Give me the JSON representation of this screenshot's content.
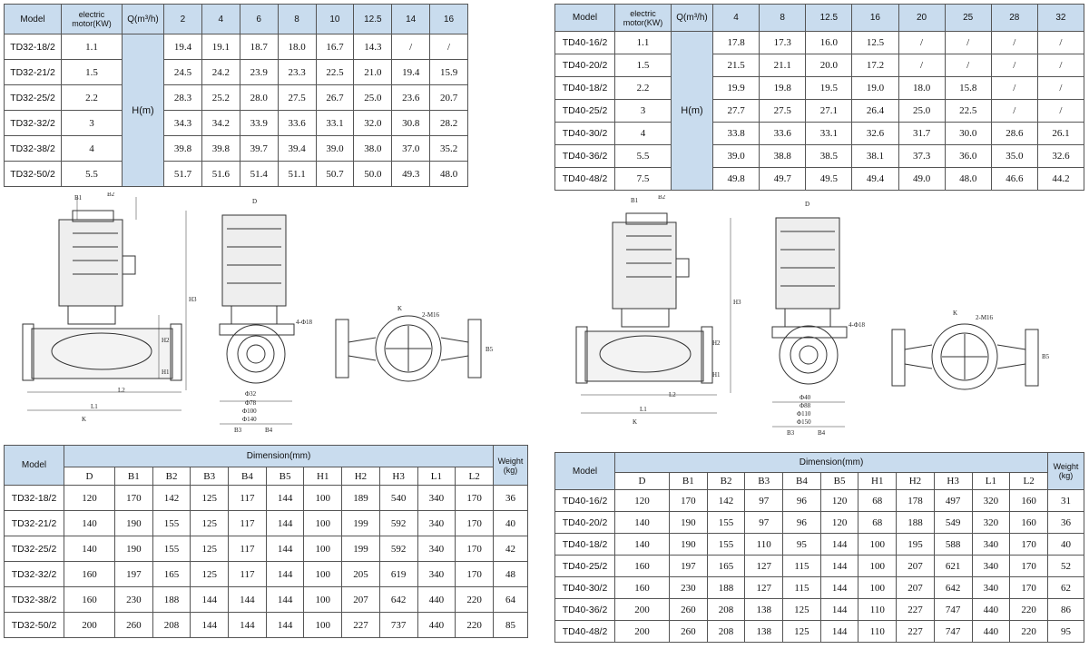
{
  "headers": {
    "model": "Model",
    "motor": "electric motor(KW)",
    "q": "Q(m³/h)",
    "h": "H(m)",
    "dimension": "Dimension(mm)",
    "weight": "Weight (kg)"
  },
  "perf_left": {
    "flows": [
      "2",
      "4",
      "6",
      "8",
      "10",
      "12.5",
      "14",
      "16"
    ],
    "rows": [
      {
        "model": "TD32-18/2",
        "kw": "1.1",
        "h": [
          "19.4",
          "19.1",
          "18.7",
          "18.0",
          "16.7",
          "14.3",
          "/",
          "/"
        ]
      },
      {
        "model": "TD32-21/2",
        "kw": "1.5",
        "h": [
          "24.5",
          "24.2",
          "23.9",
          "23.3",
          "22.5",
          "21.0",
          "19.4",
          "15.9"
        ]
      },
      {
        "model": "TD32-25/2",
        "kw": "2.2",
        "h": [
          "28.3",
          "25.2",
          "28.0",
          "27.5",
          "26.7",
          "25.0",
          "23.6",
          "20.7"
        ]
      },
      {
        "model": "TD32-32/2",
        "kw": "3",
        "h": [
          "34.3",
          "34.2",
          "33.9",
          "33.6",
          "33.1",
          "32.0",
          "30.8",
          "28.2"
        ]
      },
      {
        "model": "TD32-38/2",
        "kw": "4",
        "h": [
          "39.8",
          "39.8",
          "39.7",
          "39.4",
          "39.0",
          "38.0",
          "37.0",
          "35.2"
        ]
      },
      {
        "model": "TD32-50/2",
        "kw": "5.5",
        "h": [
          "51.7",
          "51.6",
          "51.4",
          "51.1",
          "50.7",
          "50.0",
          "49.3",
          "48.0"
        ]
      }
    ]
  },
  "perf_right": {
    "flows": [
      "4",
      "8",
      "12.5",
      "16",
      "20",
      "25",
      "28",
      "32"
    ],
    "rows": [
      {
        "model": "TD40-16/2",
        "kw": "1.1",
        "h": [
          "17.8",
          "17.3",
          "16.0",
          "12.5",
          "/",
          "/",
          "/",
          "/"
        ]
      },
      {
        "model": "TD40-20/2",
        "kw": "1.5",
        "h": [
          "21.5",
          "21.1",
          "20.0",
          "17.2",
          "/",
          "/",
          "/",
          "/"
        ]
      },
      {
        "model": "TD40-18/2",
        "kw": "2.2",
        "h": [
          "19.9",
          "19.8",
          "19.5",
          "19.0",
          "18.0",
          "15.8",
          "/",
          "/"
        ]
      },
      {
        "model": "TD40-25/2",
        "kw": "3",
        "h": [
          "27.7",
          "27.5",
          "27.1",
          "26.4",
          "25.0",
          "22.5",
          "/",
          "/"
        ]
      },
      {
        "model": "TD40-30/2",
        "kw": "4",
        "h": [
          "33.8",
          "33.6",
          "33.1",
          "32.6",
          "31.7",
          "30.0",
          "28.6",
          "26.1"
        ]
      },
      {
        "model": "TD40-36/2",
        "kw": "5.5",
        "h": [
          "39.0",
          "38.8",
          "38.5",
          "38.1",
          "37.3",
          "36.0",
          "35.0",
          "32.6"
        ]
      },
      {
        "model": "TD40-48/2",
        "kw": "7.5",
        "h": [
          "49.8",
          "49.7",
          "49.5",
          "49.4",
          "49.0",
          "48.0",
          "46.6",
          "44.2"
        ]
      }
    ]
  },
  "dim_cols": [
    "D",
    "B1",
    "B2",
    "B3",
    "B4",
    "B5",
    "H1",
    "H2",
    "H3",
    "L1",
    "L2"
  ],
  "dim_left": [
    {
      "model": "TD32-18/2",
      "v": [
        "120",
        "170",
        "142",
        "125",
        "117",
        "144",
        "100",
        "189",
        "540",
        "340",
        "170"
      ],
      "w": "36"
    },
    {
      "model": "TD32-21/2",
      "v": [
        "140",
        "190",
        "155",
        "125",
        "117",
        "144",
        "100",
        "199",
        "592",
        "340",
        "170"
      ],
      "w": "40"
    },
    {
      "model": "TD32-25/2",
      "v": [
        "140",
        "190",
        "155",
        "125",
        "117",
        "144",
        "100",
        "199",
        "592",
        "340",
        "170"
      ],
      "w": "42"
    },
    {
      "model": "TD32-32/2",
      "v": [
        "160",
        "197",
        "165",
        "125",
        "117",
        "144",
        "100",
        "205",
        "619",
        "340",
        "170"
      ],
      "w": "48"
    },
    {
      "model": "TD32-38/2",
      "v": [
        "160",
        "230",
        "188",
        "144",
        "144",
        "144",
        "100",
        "207",
        "642",
        "440",
        "220"
      ],
      "w": "64"
    },
    {
      "model": "TD32-50/2",
      "v": [
        "200",
        "260",
        "208",
        "144",
        "144",
        "144",
        "100",
        "227",
        "737",
        "440",
        "220"
      ],
      "w": "85"
    }
  ],
  "dim_right": [
    {
      "model": "TD40-16/2",
      "v": [
        "120",
        "170",
        "142",
        "97",
        "96",
        "120",
        "68",
        "178",
        "497",
        "320",
        "160"
      ],
      "w": "31"
    },
    {
      "model": "TD40-20/2",
      "v": [
        "140",
        "190",
        "155",
        "97",
        "96",
        "120",
        "68",
        "188",
        "549",
        "320",
        "160"
      ],
      "w": "36"
    },
    {
      "model": "TD40-18/2",
      "v": [
        "140",
        "190",
        "155",
        "110",
        "95",
        "144",
        "100",
        "195",
        "588",
        "340",
        "170"
      ],
      "w": "40"
    },
    {
      "model": "TD40-25/2",
      "v": [
        "160",
        "197",
        "165",
        "127",
        "115",
        "144",
        "100",
        "207",
        "621",
        "340",
        "170"
      ],
      "w": "52"
    },
    {
      "model": "TD40-30/2",
      "v": [
        "160",
        "230",
        "188",
        "127",
        "115",
        "144",
        "100",
        "207",
        "642",
        "340",
        "170"
      ],
      "w": "62"
    },
    {
      "model": "TD40-36/2",
      "v": [
        "200",
        "260",
        "208",
        "138",
        "125",
        "144",
        "110",
        "227",
        "747",
        "440",
        "220"
      ],
      "w": "86"
    },
    {
      "model": "TD40-48/2",
      "v": [
        "200",
        "260",
        "208",
        "138",
        "125",
        "144",
        "110",
        "227",
        "747",
        "440",
        "220"
      ],
      "w": "95"
    }
  ],
  "drawing_left": {
    "labels": [
      "B1",
      "B2",
      "D",
      "H1",
      "H2",
      "H3",
      "L1",
      "L2",
      "K",
      "2-M16",
      "B5",
      "4-Φ18",
      "Φ32",
      "Φ78",
      "Φ100",
      "Φ140",
      "B3",
      "B4"
    ]
  },
  "drawing_right": {
    "labels": [
      "B1",
      "B2",
      "D",
      "H1",
      "H2",
      "H3",
      "L1",
      "L2",
      "K",
      "2-M16",
      "B5",
      "4-Φ18",
      "Φ40",
      "Φ88",
      "Φ110",
      "Φ150",
      "B3",
      "B4"
    ]
  }
}
